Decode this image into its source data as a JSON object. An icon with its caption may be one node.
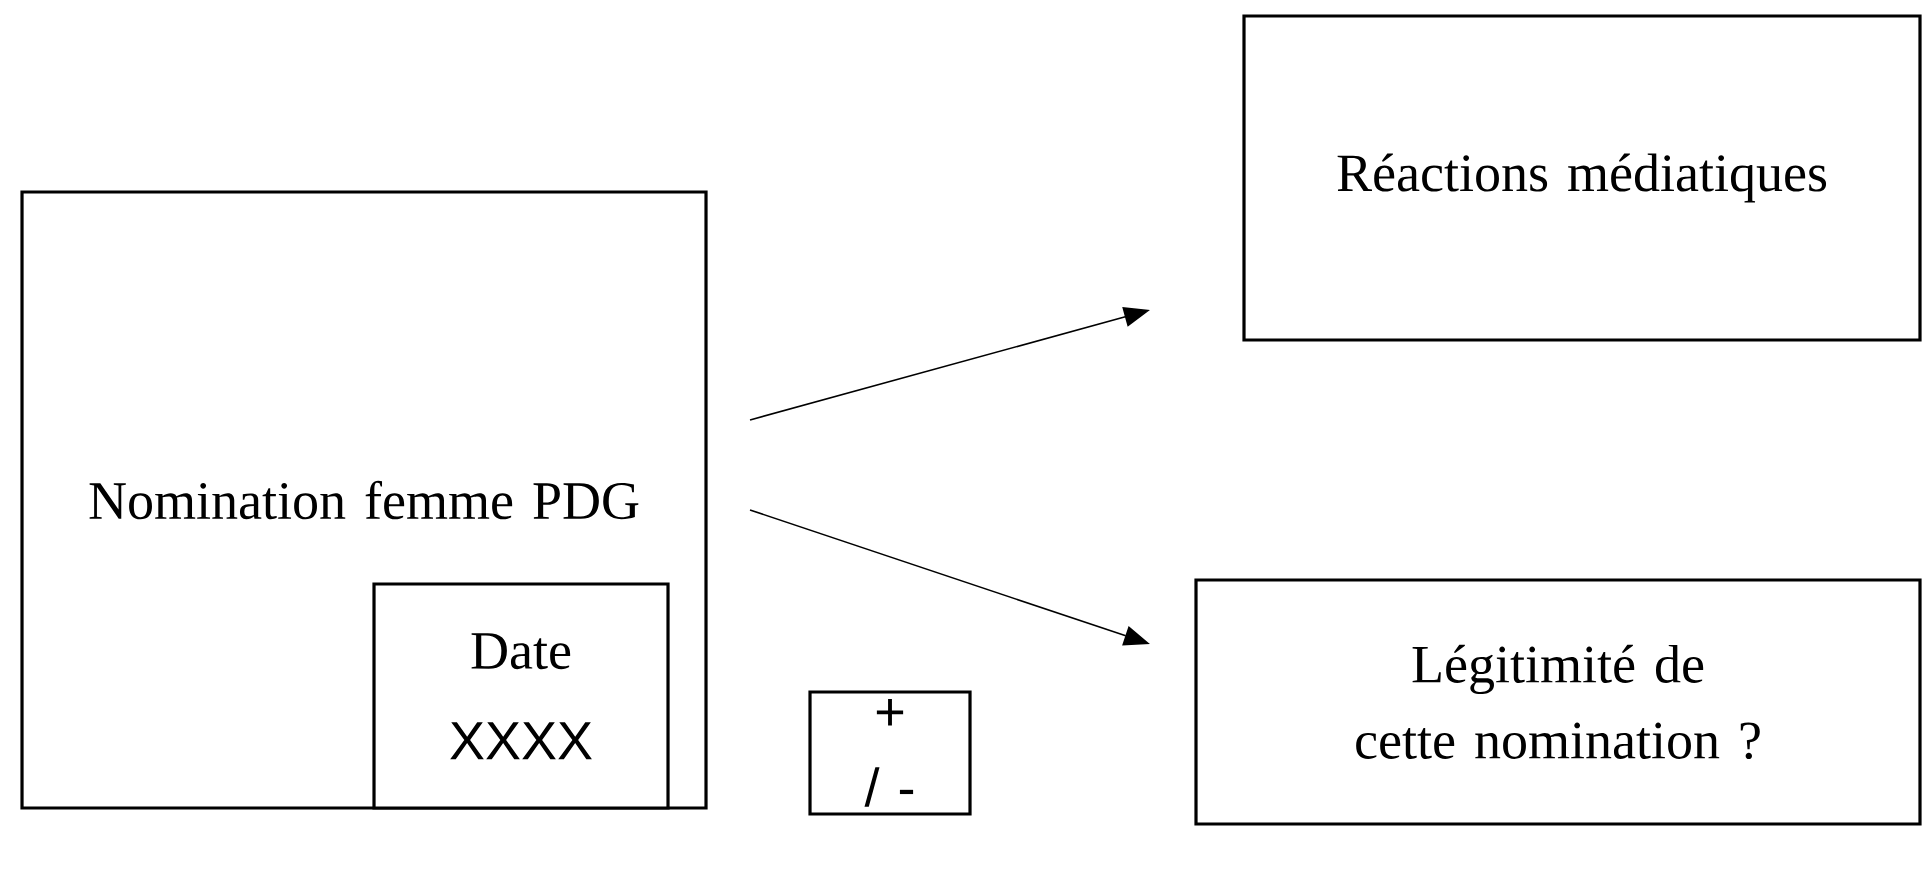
{
  "diagram": {
    "nodes": [
      {
        "text": [
          "Nomination femme PDG"
        ]
      },
      {
        "text": [
          "Date",
          "XXXX"
        ],
        "in": 0
      },
      {
        "text": [
          "+ / -"
        ]
      },
      {
        "text": [
          "Réactions médiatiques"
        ]
      },
      {
        "text": [
          "Légitimité de cette nomination ?"
        ]
      }
    ],
    "edges": [
      {
        "from": 0,
        "to": 3,
        "arrow": "to"
      },
      {
        "from": 0,
        "to": 4,
        "arrow": "to"
      }
    ]
  }
}
